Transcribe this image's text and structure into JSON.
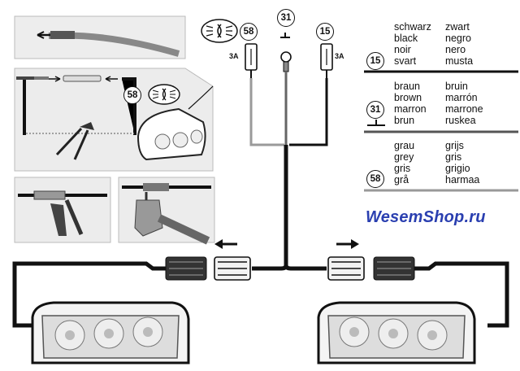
{
  "legend": [
    {
      "code": "15",
      "names": [
        "schwarz",
        "black",
        "noir",
        "svart"
      ],
      "names2": [
        "zwart",
        "negro",
        "nero",
        "musta"
      ]
    },
    {
      "code": "31",
      "names": [
        "braun",
        "brown",
        "marron",
        "brun"
      ],
      "names2": [
        "bruin",
        "marrón",
        "marrone",
        "ruskea"
      ]
    },
    {
      "code": "58",
      "names": [
        "grau",
        "grey",
        "gris",
        "grå"
      ],
      "names2": [
        "grijs",
        "gris",
        "grigio",
        "harmaa"
      ]
    }
  ],
  "terminals": {
    "t58": "58",
    "t31": "31",
    "t15": "15",
    "t58_detail": "58"
  },
  "fuses": {
    "left": "3A",
    "right": "3A"
  },
  "watermark": "WesemShop.ru",
  "icons": [
    "fog-light-symbol-icon",
    "ground-symbol-icon",
    "arrow-left-icon",
    "arrow-right-icon"
  ],
  "colors": {
    "wire_black": "#111111",
    "wire_grey": "#9a9a9a",
    "wire_brown": "#555555",
    "panel": "#eaeaea",
    "watermark": "#2a3fb0"
  }
}
